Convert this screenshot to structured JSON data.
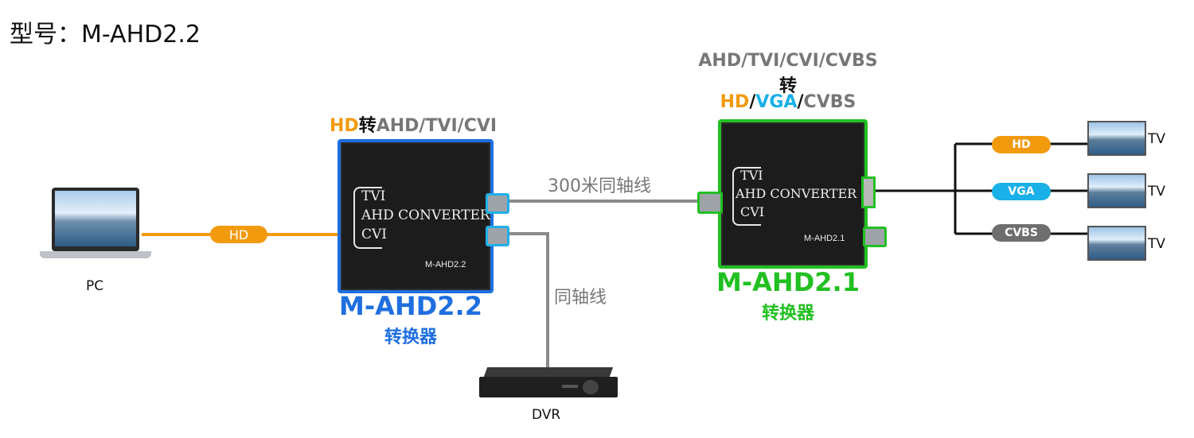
{
  "title": "型号：M-AHD2.2",
  "pc": {
    "label": "PC",
    "link_label": "HD"
  },
  "device_left": {
    "input_label_hd": "HD",
    "input_label_zhuan": "转",
    "input_label_formats": "AHD/TVI/CVI",
    "panel_lines": [
      "TVI",
      "AHD CONVERTER",
      "CVI"
    ],
    "panel_model": "M-AHD2.2",
    "name": "M-AHD2.2",
    "subtitle": "转换器",
    "color": "#1f6fe0"
  },
  "cable_long_label": "300米同轴线",
  "cable_dvr_label": "同轴线",
  "dvr": {
    "label": "DVR"
  },
  "device_right": {
    "header_line1": "AHD/TVI/CVI/CVBS",
    "header_line2": "转",
    "header_hd": "HD",
    "header_sep1": "/",
    "header_vga": "VGA",
    "header_sep2": "/",
    "header_cvbs": "CVBS",
    "panel_lines": [
      "TVI",
      "AHD CONVERTER",
      "CVI"
    ],
    "panel_model": "M-AHD2.1",
    "name": "M-AHD2.1",
    "subtitle": "转换器",
    "color": "#22c022"
  },
  "outputs": [
    {
      "label": "HD",
      "color": "#f29a0e",
      "tv_label": "TV"
    },
    {
      "label": "VGA",
      "color": "#1ab0e8",
      "tv_label": "TV"
    },
    {
      "label": "CVBS",
      "color": "#6e6e6e",
      "tv_label": "TV"
    }
  ],
  "colors": {
    "hd_orange": "#f29a0e",
    "vga_blue": "#1ab0e8",
    "gray_text": "#777777"
  }
}
